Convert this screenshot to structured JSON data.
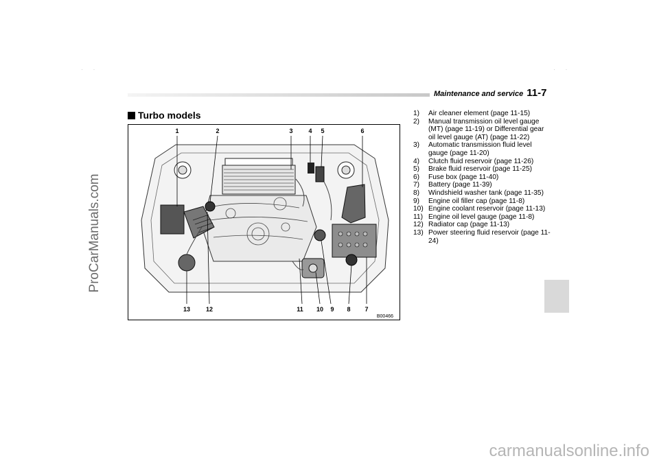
{
  "watermark_side": "ProCarManuals.com",
  "watermark_footer": "carmanualsonline.info",
  "header": {
    "chapter": "Maintenance and service",
    "page": "11-7"
  },
  "section": {
    "title": "Turbo models"
  },
  "figure": {
    "code": "B00466",
    "callouts_top": [
      "1",
      "2",
      "3",
      "4",
      "5",
      "6"
    ],
    "callouts_bottom": [
      "13",
      "12",
      "11",
      "10",
      "9",
      "8",
      "7"
    ]
  },
  "legend": [
    {
      "num": "1)",
      "text": "Air cleaner element (page 11-15)"
    },
    {
      "num": "2)",
      "text": "Manual transmission oil level gauge (MT) (page 11-19) or Differential gear oil level gauge (AT) (page 11-22)"
    },
    {
      "num": "3)",
      "text": "Automatic transmission fluid level gauge (page 11-20)"
    },
    {
      "num": "4)",
      "text": "Clutch fluid reservoir (page 11-26)"
    },
    {
      "num": "5)",
      "text": "Brake fluid reservoir (page 11-25)"
    },
    {
      "num": "6)",
      "text": "Fuse box (page 11-40)"
    },
    {
      "num": "7)",
      "text": "Battery (page 11-39)"
    },
    {
      "num": "8)",
      "text": "Windshield washer tank (page 11-35)"
    },
    {
      "num": "9)",
      "text": "Engine oil filler cap (page 11-8)"
    },
    {
      "num": "10)",
      "text": "Engine coolant reservoir (page 11-13)"
    },
    {
      "num": "11)",
      "text": "Engine oil level gauge (page 11-8)"
    },
    {
      "num": "12)",
      "text": "Radiator cap (page 11-13)"
    },
    {
      "num": "13)",
      "text": "Power steering fluid reservoir (page 11-24)"
    }
  ]
}
